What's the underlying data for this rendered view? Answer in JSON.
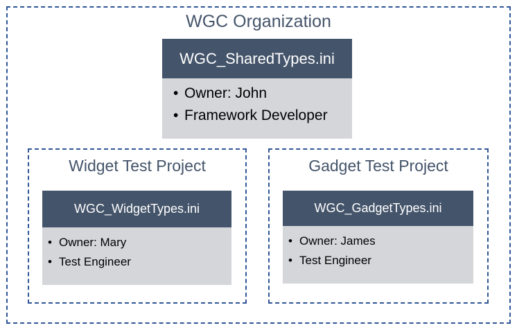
{
  "organization": {
    "title": "WGC Organization",
    "file": {
      "name": "WGC_SharedTypes.ini",
      "items": [
        "Owner: John",
        "Framework Developer"
      ]
    }
  },
  "projects": [
    {
      "title": "Widget Test Project",
      "file": {
        "name": "WGC_WidgetTypes.ini",
        "items": [
          "Owner: Mary",
          "Test Engineer"
        ]
      }
    },
    {
      "title": "Gadget Test Project",
      "file": {
        "name": "WGC_GadgetTypes.ini",
        "items": [
          "Owner: James",
          "Test Engineer"
        ]
      }
    }
  ],
  "colors": {
    "border": "#2f5597",
    "header": "#44546a",
    "body": "#d5d6da"
  }
}
